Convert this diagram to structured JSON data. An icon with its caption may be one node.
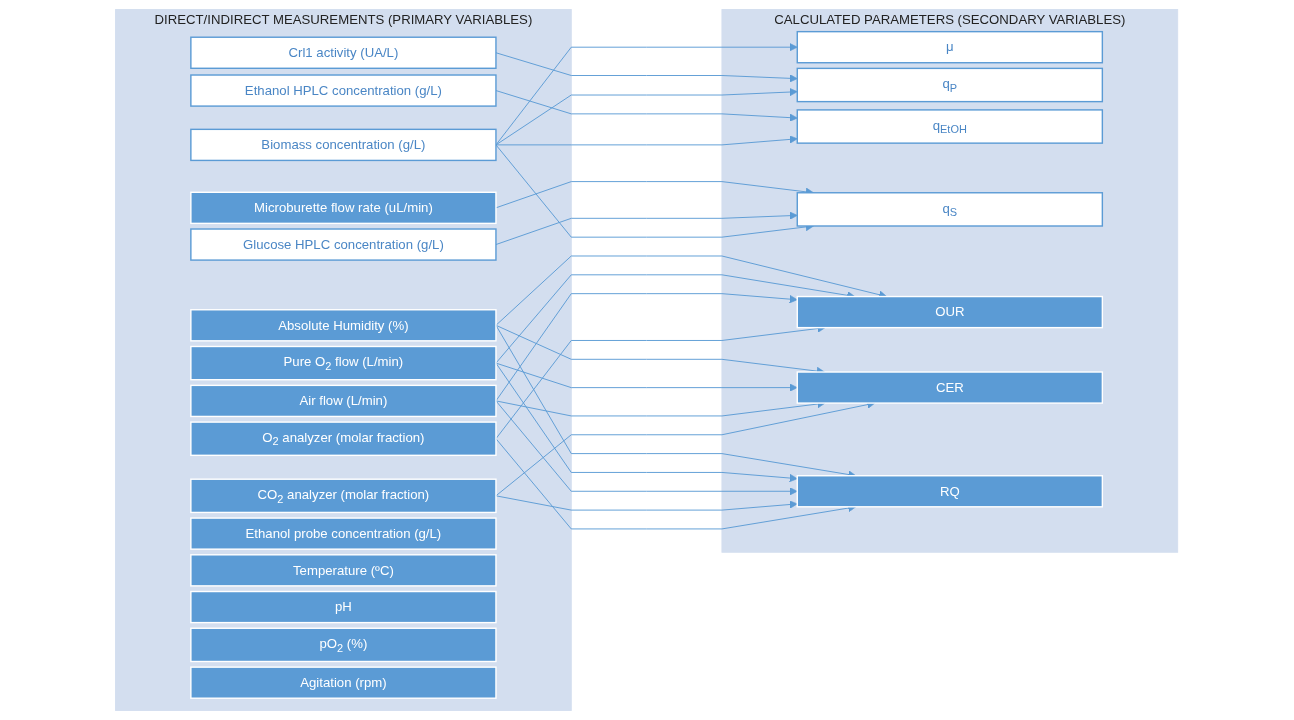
{
  "diagram": {
    "nodes": [
      {
        "text": [
          "DIRECT/INDIRECT MEASUREMENTS (PRIMARY VARIABLES)"
        ]
      },
      {
        "text": [
          "Biomass concentration (g/L)"
        ],
        "in": 0
      },
      {
        "text": [
          "Crl1 activity (UA/L)"
        ],
        "in": 0
      },
      {
        "text": [
          "Glucose HPLC concentration (g/L)"
        ],
        "in": 0
      },
      {
        "text": [
          "Ethanol HPLC concentration (g/L)"
        ],
        "in": 0
      },
      {
        "text": [
          "Microburette flow rate (uL/min)"
        ],
        "in": 0
      },
      {
        "text": [
          "O$_{2}$ analyzer (molar fraction)"
        ],
        "in": 0
      },
      {
        "text": [
          "CO$_{2}$ analyzer (molar fraction)"
        ],
        "in": 0
      },
      {
        "text": [
          "Air flow (L/min)"
        ],
        "in": 0
      },
      {
        "text": [
          "Pure O$_{2}$ flow (L/min)"
        ],
        "in": 0
      },
      {
        "text": [
          "Absolute Humidity (%)"
        ],
        "in": 0
      },
      {
        "text": [
          "Ethanol probe concentration (g/L)"
        ],
        "in": 0
      },
      {
        "text": [
          "Temperature (ºC)"
        ],
        "in": 0
      },
      {
        "text": [
          "pH"
        ],
        "in": 0
      },
      {
        "text": [
          "pO$_{2}$ (%)"
        ],
        "in": 0
      },
      {
        "text": [
          "Agitation (rpm)"
        ],
        "in": 0
      },
      {
        "text": [
          "CALCULATED PARAMETERS (SECONDARY VARIABLES)"
        ]
      },
      {
        "text": [
          "μ"
        ],
        "in": 16
      },
      {
        "text": [
          "q$_{P}$"
        ],
        "in": 16
      },
      {
        "text": [
          "q$_{EtOH}$"
        ],
        "in": 16
      },
      {
        "text": [
          "q$_{S}$"
        ],
        "in": 16
      },
      {
        "text": [
          "OUR"
        ],
        "in": 16
      },
      {
        "text": [
          "CER"
        ],
        "in": 16
      },
      {
        "text": [
          "RQ"
        ],
        "in": 16
      }
    ],
    "edges": [
      {
        "from": 1,
        "to": 17,
        "arrow": "to"
      },
      {
        "from": 1,
        "to": 18,
        "arrow": "to"
      },
      {
        "from": 1,
        "to": 19,
        "arrow": "to"
      },
      {
        "from": 1,
        "to": 20,
        "arrow": "to"
      },
      {
        "from": 2,
        "to": 18,
        "arrow": "to"
      },
      {
        "from": 3,
        "to": 20,
        "arrow": "to"
      },
      {
        "from": 4,
        "to": 19,
        "arrow": "to"
      },
      {
        "from": 5,
        "to": 20,
        "arrow": "to"
      },
      {
        "from": 6,
        "to": 21,
        "arrow": "to"
      },
      {
        "from": 6,
        "to": 23,
        "arrow": "to"
      },
      {
        "from": 7,
        "to": 22,
        "arrow": "to"
      },
      {
        "from": 7,
        "to": 23,
        "arrow": "to"
      },
      {
        "from": 8,
        "to": 21,
        "arrow": "to"
      },
      {
        "from": 8,
        "to": 22,
        "arrow": "to"
      },
      {
        "from": 8,
        "to": 23,
        "arrow": "to"
      },
      {
        "from": 9,
        "to": 21,
        "arrow": "to"
      },
      {
        "from": 9,
        "to": 22,
        "arrow": "to"
      },
      {
        "from": 9,
        "to": 23,
        "arrow": "to"
      },
      {
        "from": 10,
        "to": 21,
        "arrow": "to"
      },
      {
        "from": 10,
        "to": 22,
        "arrow": "to"
      },
      {
        "from": 10,
        "to": 23,
        "arrow": "to"
      }
    ]
  }
}
